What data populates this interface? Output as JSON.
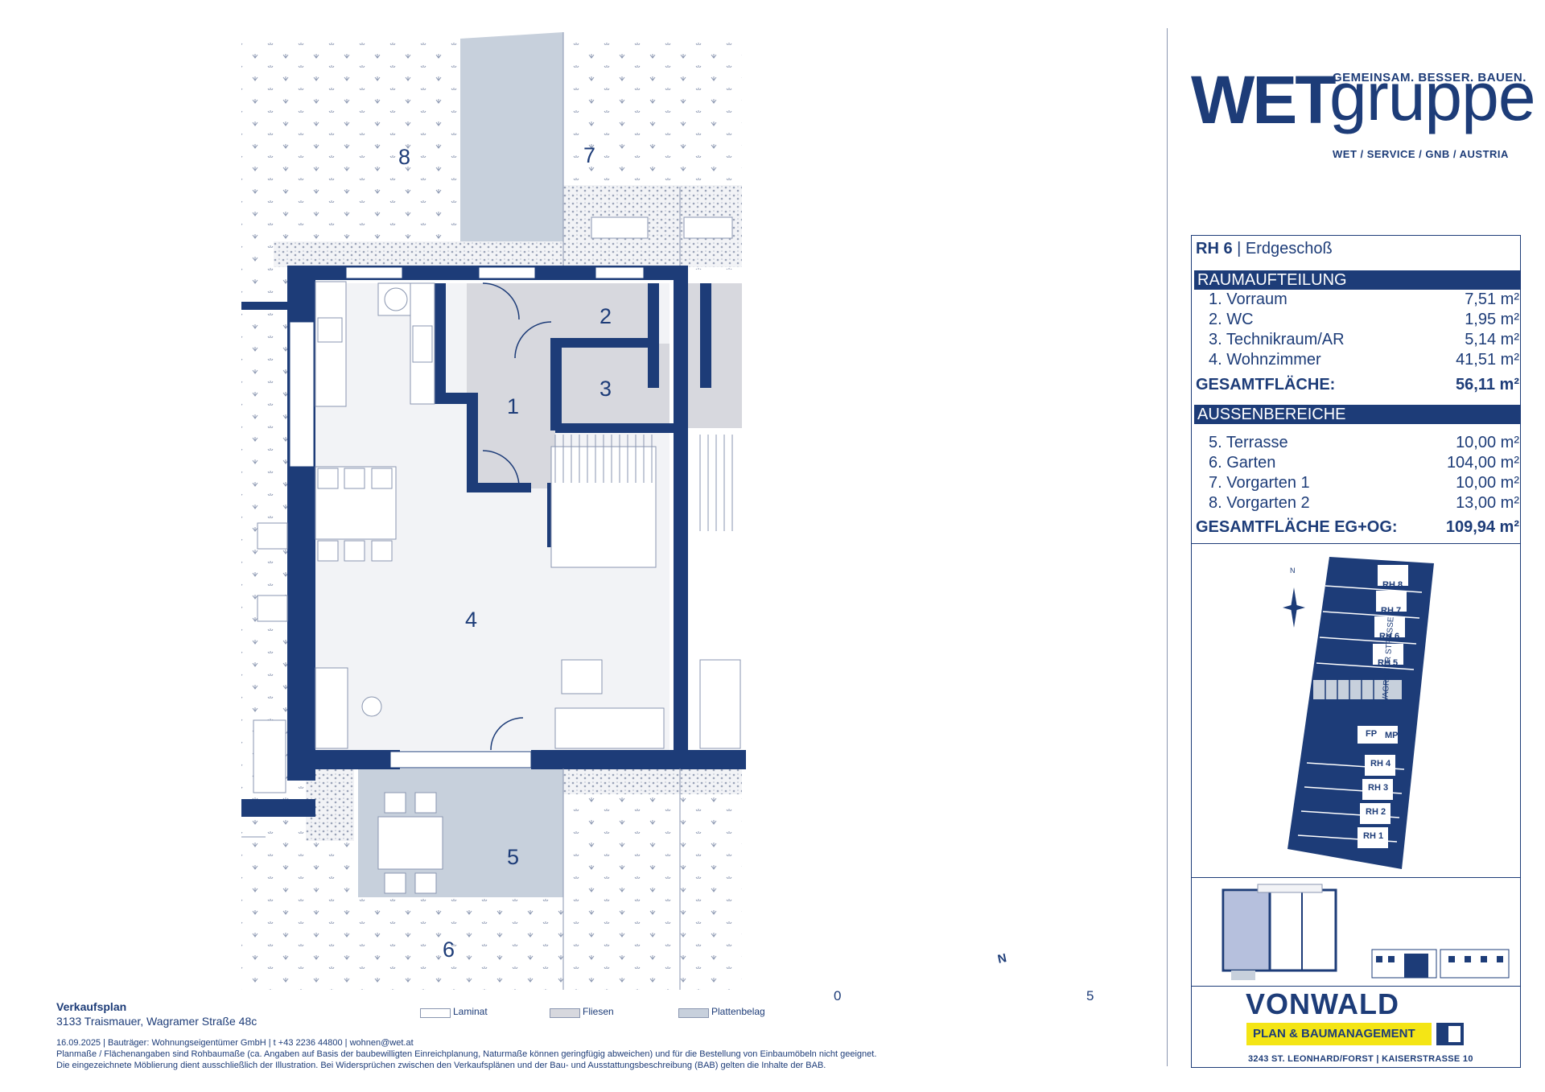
{
  "plan": {
    "room_numbers": [
      "1",
      "2",
      "3",
      "4",
      "5",
      "6",
      "7",
      "8"
    ],
    "legend": [
      {
        "label": "Laminat",
        "color": "#ffffff"
      },
      {
        "label": "Fliesen",
        "color": "#d7d8de"
      },
      {
        "label": "Plattenbelag",
        "color": "#c7d0dc"
      }
    ],
    "scale": {
      "start": "0",
      "end": "5"
    },
    "compass_label": "N"
  },
  "brand": {
    "wet": "WET",
    "gruppe": "gruppe",
    "slogan": "GEMEINSAM. BESSER. BAUEN.",
    "sub": "WET / SERVICE / GNB / AUSTRIA"
  },
  "table": {
    "unit": "RH 6",
    "floor": "Erdgeschoß",
    "raum_title": "RAUMAUFTEILUNG",
    "rooms": [
      {
        "name": "1. Vorraum",
        "area": "7,51 m²"
      },
      {
        "name": "2. WC",
        "area": "1,95 m²"
      },
      {
        "name": "3. Technikraum/AR",
        "area": "5,14 m²"
      },
      {
        "name": "4. Wohnzimmer",
        "area": "41,51 m²"
      }
    ],
    "total_label": "GESAMTFLÄCHE:",
    "total_value": "56,11 m²",
    "aussen_title": "AUSSENBEREICHE",
    "outdoor": [
      {
        "name": "5. Terrasse",
        "area": "10,00 m²"
      },
      {
        "name": "6. Garten",
        "area": "104,00 m²"
      },
      {
        "name": "7. Vorgarten 1",
        "area": "10,00 m²"
      },
      {
        "name": "8. Vorgarten 2",
        "area": "13,00 m²"
      }
    ],
    "total2_label": "GESAMTFLÄCHE EG+OG:",
    "total2_value": "109,94 m²"
  },
  "site": {
    "units": [
      "RH 8",
      "RH 7",
      "RH 6",
      "RH 5",
      "RH 4",
      "RH 3",
      "RH 2",
      "RH 1"
    ],
    "fp": "FP",
    "mp": "MP",
    "street": "WAGRAMER STRASSE",
    "north": "N"
  },
  "vonwald": {
    "name": "VONWALD",
    "tagline": "PLAN & BAUMANAGEMENT",
    "address": "3243 ST. LEONHARD/FORST | KAISERSTRASSE 10"
  },
  "footer": {
    "title": "Verkaufsplan",
    "address": "3133 Traismauer, Wagramer Straße 48c",
    "line1": "16.09.2025 | Bauträger: Wohnungseigentümer GmbH | t +43 2236 44800 | wohnen@wet.at",
    "line2": "Planmaße / Flächenangaben sind Rohbaumaße (ca. Angaben auf Basis der baubewilligten Einreichplanung, Naturmaße können geringfügig abweichen) und für die Bestellung von Einbaumöbeln nicht geeignet.",
    "line3": "Die eingezeichnete Möblierung dient ausschließlich der Illustration. Bei Widersprüchen zwischen den Verkaufsplänen und der Bau- und Ausstattungsbeschreibung (BAB) gelten die Inhalte der BAB."
  }
}
